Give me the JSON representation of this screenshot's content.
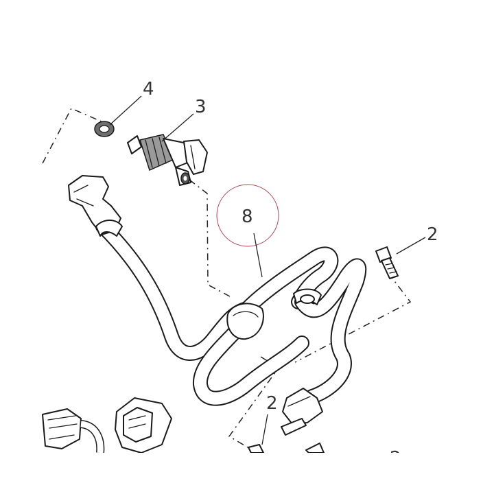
{
  "callouts": {
    "washer": "4",
    "injector": "3",
    "harness": "8",
    "bolt_upper": "2",
    "bolt_lower": "2",
    "cutoff": "2"
  },
  "colors": {
    "line": "#1a1a1a",
    "highlight_circle": "#b04a5a",
    "text": "#333333"
  }
}
